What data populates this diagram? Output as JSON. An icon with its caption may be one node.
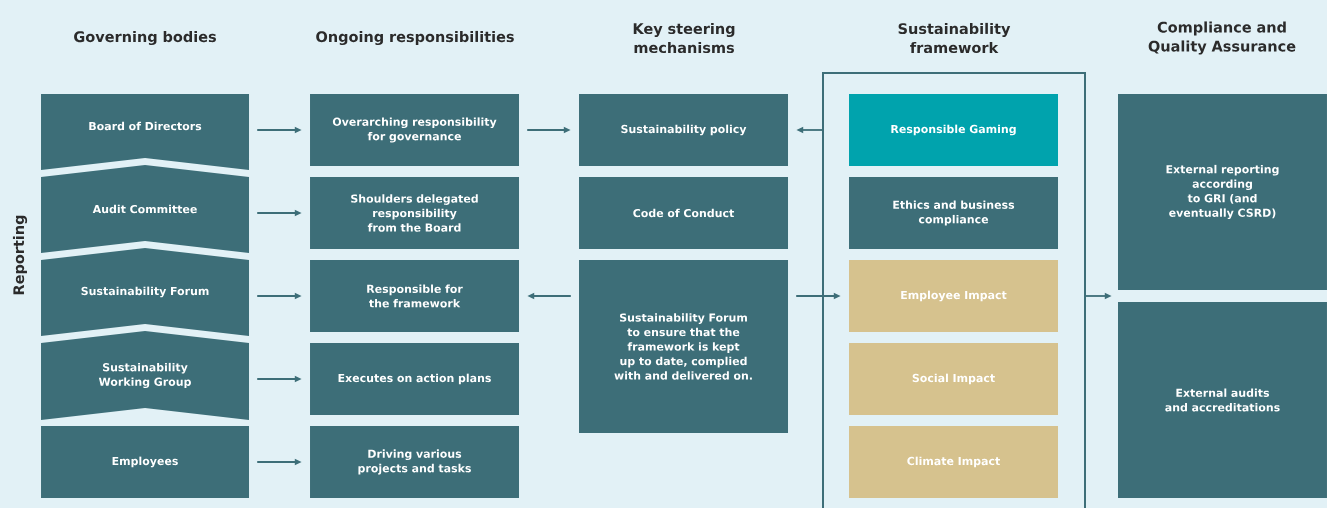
{
  "diagram": {
    "nodes": [
      {
        "text": [
          "Board of Directors"
        ]
      },
      {
        "text": [
          "Audit Committee"
        ]
      },
      {
        "text": [
          "Sustainability Forum"
        ]
      },
      {
        "text": [
          "Sustainability Working Group"
        ]
      },
      {
        "text": [
          "Employees"
        ]
      },
      {
        "text": [
          "Overarching responsibility for governance"
        ]
      },
      {
        "text": [
          "Shoulders delegated responsibility from the Board"
        ]
      },
      {
        "text": [
          "Responsible for the framework"
        ]
      },
      {
        "text": [
          "Executes on action plans"
        ]
      },
      {
        "text": [
          "Driving various projects and tasks"
        ]
      },
      {
        "text": [
          "Sustainability policy"
        ]
      },
      {
        "text": [
          "Code of Conduct"
        ]
      },
      {
        "text": [
          "Sustainability Forum to ensure that the framework is kept up to date, complied with and delivered on."
        ]
      },
      {
        "text": [
          "Sustainability framework"
        ]
      },
      {
        "text": [
          "Responsible Gaming"
        ],
        "in": 13
      },
      {
        "text": [
          "Ethics and business compliance"
        ],
        "in": 13
      },
      {
        "text": [
          "Employee Impact"
        ],
        "in": 13
      },
      {
        "text": [
          "Social Impact"
        ],
        "in": 13
      },
      {
        "text": [
          "Climate Impact"
        ],
        "in": 13
      },
      {
        "text": [
          "External reporting according to GRI (and eventually CSRD)"
        ]
      },
      {
        "text": [
          "External audits and accreditations"
        ]
      }
    ],
    "edges": [
      {
        "from": 0,
        "to": 5,
        "arrow": "to"
      },
      {
        "from": 1,
        "to": 6,
        "arrow": "to"
      },
      {
        "from": 2,
        "to": 7,
        "arrow": "to"
      },
      {
        "from": 3,
        "to": 8,
        "arrow": "to"
      },
      {
        "from": 4,
        "to": 9,
        "arrow": "to"
      },
      {
        "from": 5,
        "to": 10,
        "arrow": "to"
      },
      {
        "from": 13,
        "to": 10,
        "arrow": "to"
      },
      {
        "from": 12,
        "to": 7,
        "arrow": "to"
      },
      {
        "from": 12,
        "to": 16,
        "arrow": "to"
      },
      {
        "from": 13,
        "to": 19,
        "arrow": "to"
      }
    ],
    "labels": [
      "Governing bodies",
      "Ongoing responsibilities",
      "Key steering mechanisms",
      "Compliance and Quality Assurance",
      "Reporting"
    ]
  }
}
